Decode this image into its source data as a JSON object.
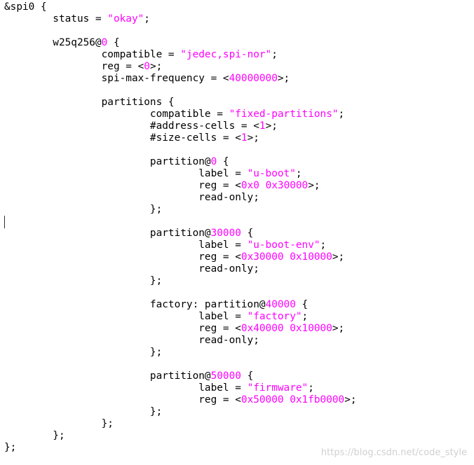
{
  "colors": {
    "background": "#ffffff",
    "text": "#000000",
    "string": "#ff00ff",
    "number": "#ff00ff",
    "watermark": "#d0d0d0"
  },
  "code_lines": [
    [
      [
        "&spi0 {",
        "plain"
      ]
    ],
    [
      [
        "        status = ",
        "plain"
      ],
      [
        "\"okay\"",
        "string"
      ],
      [
        ";",
        "plain"
      ]
    ],
    [
      [
        "",
        "plain"
      ]
    ],
    [
      [
        "        w25q256@",
        "plain"
      ],
      [
        "0",
        "number"
      ],
      [
        " {",
        "plain"
      ]
    ],
    [
      [
        "                compatible = ",
        "plain"
      ],
      [
        "\"jedec,spi-nor\"",
        "string"
      ],
      [
        ";",
        "plain"
      ]
    ],
    [
      [
        "                reg = <",
        "plain"
      ],
      [
        "0",
        "number"
      ],
      [
        ">;",
        "plain"
      ]
    ],
    [
      [
        "                spi-max-frequency = <",
        "plain"
      ],
      [
        "40000000",
        "number"
      ],
      [
        ">;",
        "plain"
      ]
    ],
    [
      [
        "",
        "plain"
      ]
    ],
    [
      [
        "                partitions {",
        "plain"
      ]
    ],
    [
      [
        "                        compatible = ",
        "plain"
      ],
      [
        "\"fixed-partitions\"",
        "string"
      ],
      [
        ";",
        "plain"
      ]
    ],
    [
      [
        "                        #address-cells = <",
        "plain"
      ],
      [
        "1",
        "number"
      ],
      [
        ">;",
        "plain"
      ]
    ],
    [
      [
        "                        #size-cells = <",
        "plain"
      ],
      [
        "1",
        "number"
      ],
      [
        ">;",
        "plain"
      ]
    ],
    [
      [
        "",
        "plain"
      ]
    ],
    [
      [
        "                        partition@",
        "plain"
      ],
      [
        "0",
        "number"
      ],
      [
        " {",
        "plain"
      ]
    ],
    [
      [
        "                                label = ",
        "plain"
      ],
      [
        "\"u-boot\"",
        "string"
      ],
      [
        ";",
        "plain"
      ]
    ],
    [
      [
        "                                reg = <",
        "plain"
      ],
      [
        "0x0",
        "number"
      ],
      [
        " ",
        "plain"
      ],
      [
        "0x30000",
        "number"
      ],
      [
        ">;",
        "plain"
      ]
    ],
    [
      [
        "                                read-only;",
        "plain"
      ]
    ],
    [
      [
        "                        };",
        "plain"
      ]
    ],
    [
      [
        "",
        "plain"
      ]
    ],
    [
      [
        "                        partition@",
        "plain"
      ],
      [
        "30000",
        "number"
      ],
      [
        " {",
        "plain"
      ]
    ],
    [
      [
        "                                label = ",
        "plain"
      ],
      [
        "\"u-boot-env\"",
        "string"
      ],
      [
        ";",
        "plain"
      ]
    ],
    [
      [
        "                                reg = <",
        "plain"
      ],
      [
        "0x30000",
        "number"
      ],
      [
        " ",
        "plain"
      ],
      [
        "0x10000",
        "number"
      ],
      [
        ">;",
        "plain"
      ]
    ],
    [
      [
        "                                read-only;",
        "plain"
      ]
    ],
    [
      [
        "                        };",
        "plain"
      ]
    ],
    [
      [
        "",
        "plain"
      ]
    ],
    [
      [
        "                        factory: partition@",
        "plain"
      ],
      [
        "40000",
        "number"
      ],
      [
        " {",
        "plain"
      ]
    ],
    [
      [
        "                                label = ",
        "plain"
      ],
      [
        "\"factory\"",
        "string"
      ],
      [
        ";",
        "plain"
      ]
    ],
    [
      [
        "                                reg = <",
        "plain"
      ],
      [
        "0x40000",
        "number"
      ],
      [
        " ",
        "plain"
      ],
      [
        "0x10000",
        "number"
      ],
      [
        ">;",
        "plain"
      ]
    ],
    [
      [
        "                                read-only;",
        "plain"
      ]
    ],
    [
      [
        "                        };",
        "plain"
      ]
    ],
    [
      [
        "",
        "plain"
      ]
    ],
    [
      [
        "                        partition@",
        "plain"
      ],
      [
        "50000",
        "number"
      ],
      [
        " {",
        "plain"
      ]
    ],
    [
      [
        "                                label = ",
        "plain"
      ],
      [
        "\"firmware\"",
        "string"
      ],
      [
        ";",
        "plain"
      ]
    ],
    [
      [
        "                                reg = <",
        "plain"
      ],
      [
        "0x50000",
        "number"
      ],
      [
        " ",
        "plain"
      ],
      [
        "0x1fb0000",
        "number"
      ],
      [
        ">;",
        "plain"
      ]
    ],
    [
      [
        "                        };",
        "plain"
      ]
    ],
    [
      [
        "                };",
        "plain"
      ]
    ],
    [
      [
        "        };",
        "plain"
      ]
    ],
    [
      [
        "};",
        "plain"
      ]
    ]
  ],
  "watermark": {
    "text": "https://blog.csdn.net/code_style"
  }
}
